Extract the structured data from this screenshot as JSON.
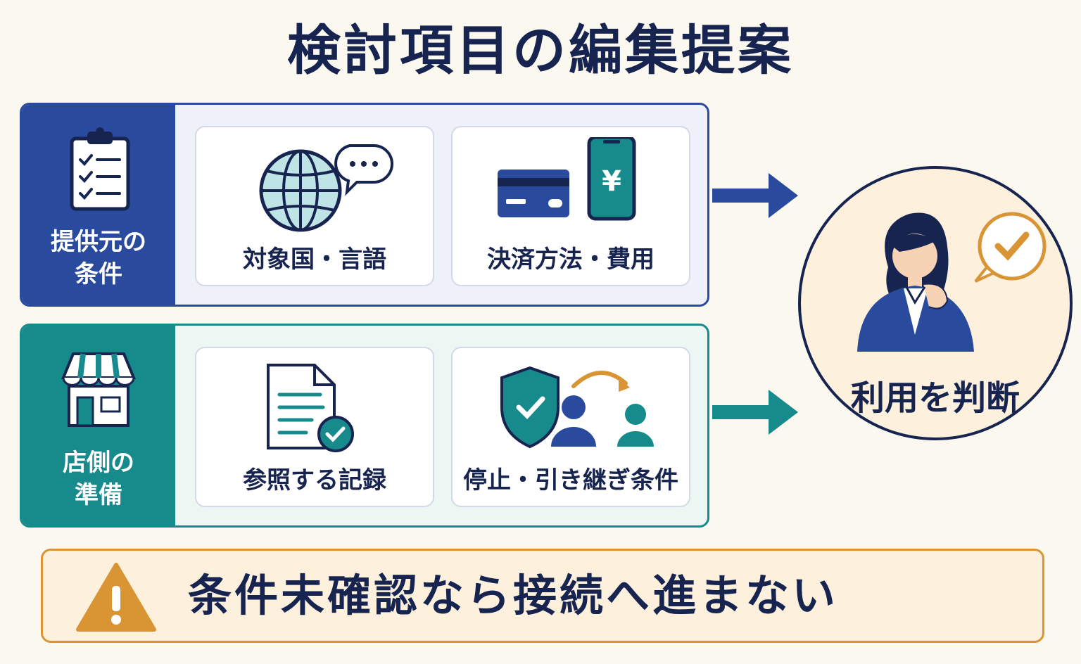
{
  "title": "検討項目の編集提案",
  "colors": {
    "navy": "#16244f",
    "provider_blue": "#2a4a9e",
    "store_teal": "#178a8c",
    "accent_orange": "#d99433",
    "cream": "#fbf8ef"
  },
  "provider_panel": {
    "label": "提供元の\n条件",
    "icon": "clipboard-checklist-icon",
    "cards": [
      {
        "label": "対象国・言語",
        "icon": "globe-speech-bubble-icon"
      },
      {
        "label": "決済方法・費用",
        "icon": "credit-card-yen-phone-icon"
      }
    ]
  },
  "store_panel": {
    "label": "店側の\n準備",
    "icon": "storefront-icon",
    "cards": [
      {
        "label": "参照する記録",
        "icon": "document-check-icon"
      },
      {
        "label": "停止・引き継ぎ条件",
        "icon": "shield-handover-icon"
      }
    ]
  },
  "decision": {
    "label": "利用を判断",
    "icon": "thinking-person-check-icon"
  },
  "warning": {
    "icon": "warning-triangle-icon",
    "text": "条件未確認なら接続へ進まない"
  }
}
